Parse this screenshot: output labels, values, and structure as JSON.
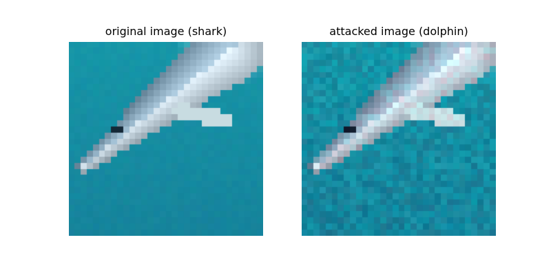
{
  "figure": {
    "panels": [
      {
        "title": "original image (shark)",
        "content": "pixelated underwater photo of a shark"
      },
      {
        "title": "attacked image (dolphin)",
        "content": "same shark photo with adversarial perturbation noise"
      }
    ]
  },
  "colors": {
    "background": "#ffffff",
    "water": "#1d97a8",
    "water_dark": "#0f7d8e",
    "shark_body": "#c7dde4",
    "shark_shadow": "#6e9db0"
  }
}
